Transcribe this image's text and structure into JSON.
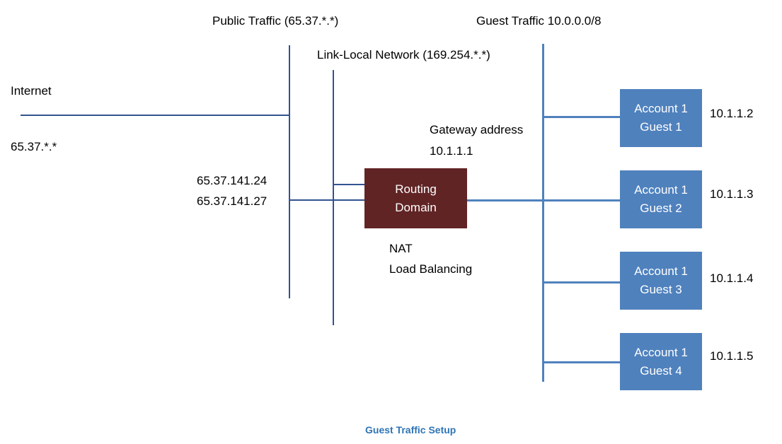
{
  "diagram": {
    "caption": "Guest Traffic Setup",
    "labels": {
      "public_traffic": "Public Traffic (65.37.*.*)",
      "guest_traffic": "Guest Traffic 10.0.0.0/8",
      "link_local": "Link-Local Network (169.254.*.*)",
      "internet": "Internet",
      "internet_ip": "65.37.*.*",
      "public_ip_1": "65.37.141.24",
      "public_ip_2": "65.37.141.27",
      "gateway_line1": "Gateway address",
      "gateway_line2": "10.1.1.1",
      "nat": "NAT",
      "load_balancing": "Load Balancing"
    },
    "routing_box": {
      "line1": "Routing",
      "line2": "Domain"
    },
    "guests": [
      {
        "line1": "Account 1",
        "line2": "Guest 1",
        "ip": "10.1.1.2"
      },
      {
        "line1": "Account 1",
        "line2": "Guest 2",
        "ip": "10.1.1.3"
      },
      {
        "line1": "Account 1",
        "line2": "Guest 3",
        "ip": "10.1.1.4"
      },
      {
        "line1": "Account 1",
        "line2": "Guest 4",
        "ip": "10.1.1.5"
      }
    ],
    "colors": {
      "dark_line": "#325390",
      "light_line": "#4F81BD",
      "routing_box_fill": "#612425",
      "guest_box_fill": "#4F81BD",
      "box_text": "#FFFFFF",
      "caption": "#2E74B5",
      "label_text": "#000000"
    }
  }
}
